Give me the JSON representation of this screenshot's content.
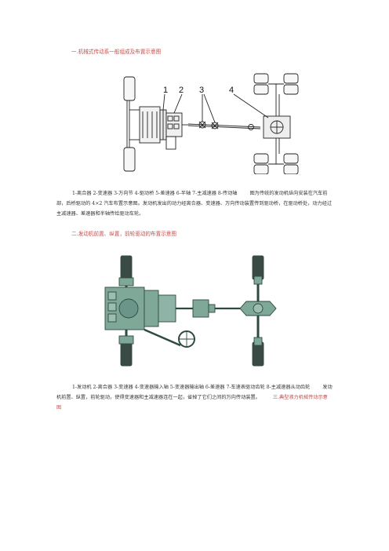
{
  "page": {
    "section1_heading": "一.机械式传动系一般组成及布置示意图",
    "figure1": {
      "callouts": [
        "1",
        "2",
        "3",
        "4"
      ]
    },
    "figure1_caption": "1-离合器 2-变速器 3-万向节 4-驱动桥 5-差速器 6-半轴 7-主减速器 8-传动轴",
    "figure1_desc": "图为传统的发动机纵向安装在汽车前部，后桥驱动的 4×2 汽车布置示意图。发动机发出的动力经离合器、变速器、万向传动装置传到驱动桥，在驱动桥处，动力经过主减速器、差速器和半轴传给驱动车轮。",
    "section2_heading": "二.发动机前置、纵置，前轮驱动的布置示意图",
    "figure2_caption": "1-发动机 2-离合器 3-变速器 4-变速器输入轴 5-变速器输出轴 6-差速器 7-车速表驱动齿轮 8-主减速器从动齿轮",
    "figure2_desc": "发动机前置、纵置，前轮驱动，使得变速器和主减速器连在一起，省掉了它们之间的万向传动装置。",
    "section3_heading": "三.典型液力机械传动示意图",
    "colors": {
      "heading": "#c0504d",
      "body_text": "#333333",
      "fig2_green": "#7fa898",
      "fig2_stroke": "#2e4a40"
    }
  }
}
